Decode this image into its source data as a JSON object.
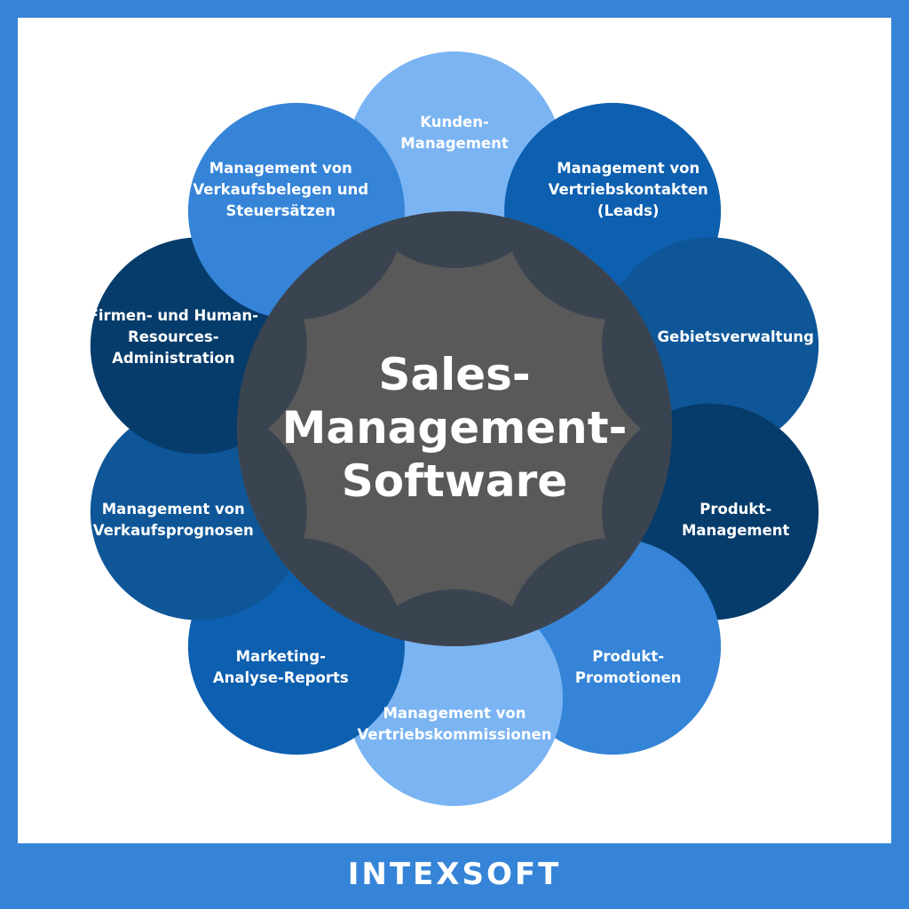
{
  "diagram": {
    "center": "Sales-\nManagement-\nSoftware",
    "nodes": [
      {
        "label": "Kunden-\nManagement",
        "color": "#7BB4F2"
      },
      {
        "label": "Management von\nVertriebskontakten\n(Leads)",
        "color": "#0D5FB0"
      },
      {
        "label": "Gebietsverwaltung",
        "color": "#0E5697"
      },
      {
        "label": "Produkt-\nManagement",
        "color": "#063C6B"
      },
      {
        "label": "Produkt-\nPromotionen",
        "color": "#3584D8"
      },
      {
        "label": "Management von\nVertriebskommissionen",
        "color": "#7BB4F2"
      },
      {
        "label": "Marketing-\nAnalyse-Reports",
        "color": "#0D5FB0"
      },
      {
        "label": "Management von\nVerkaufsprognosen",
        "color": "#0E5697"
      },
      {
        "label": "Firmen- und Human-\nResources-\nAdministration",
        "color": "#063C6B"
      },
      {
        "label": "Management von\nVerkaufsbelegen und\nSteuersätzen",
        "color": "#3584D8"
      }
    ],
    "center_color": "#595959",
    "overlap_color": "#3A4451"
  },
  "brand": {
    "logo": "INTEXSOFT"
  }
}
